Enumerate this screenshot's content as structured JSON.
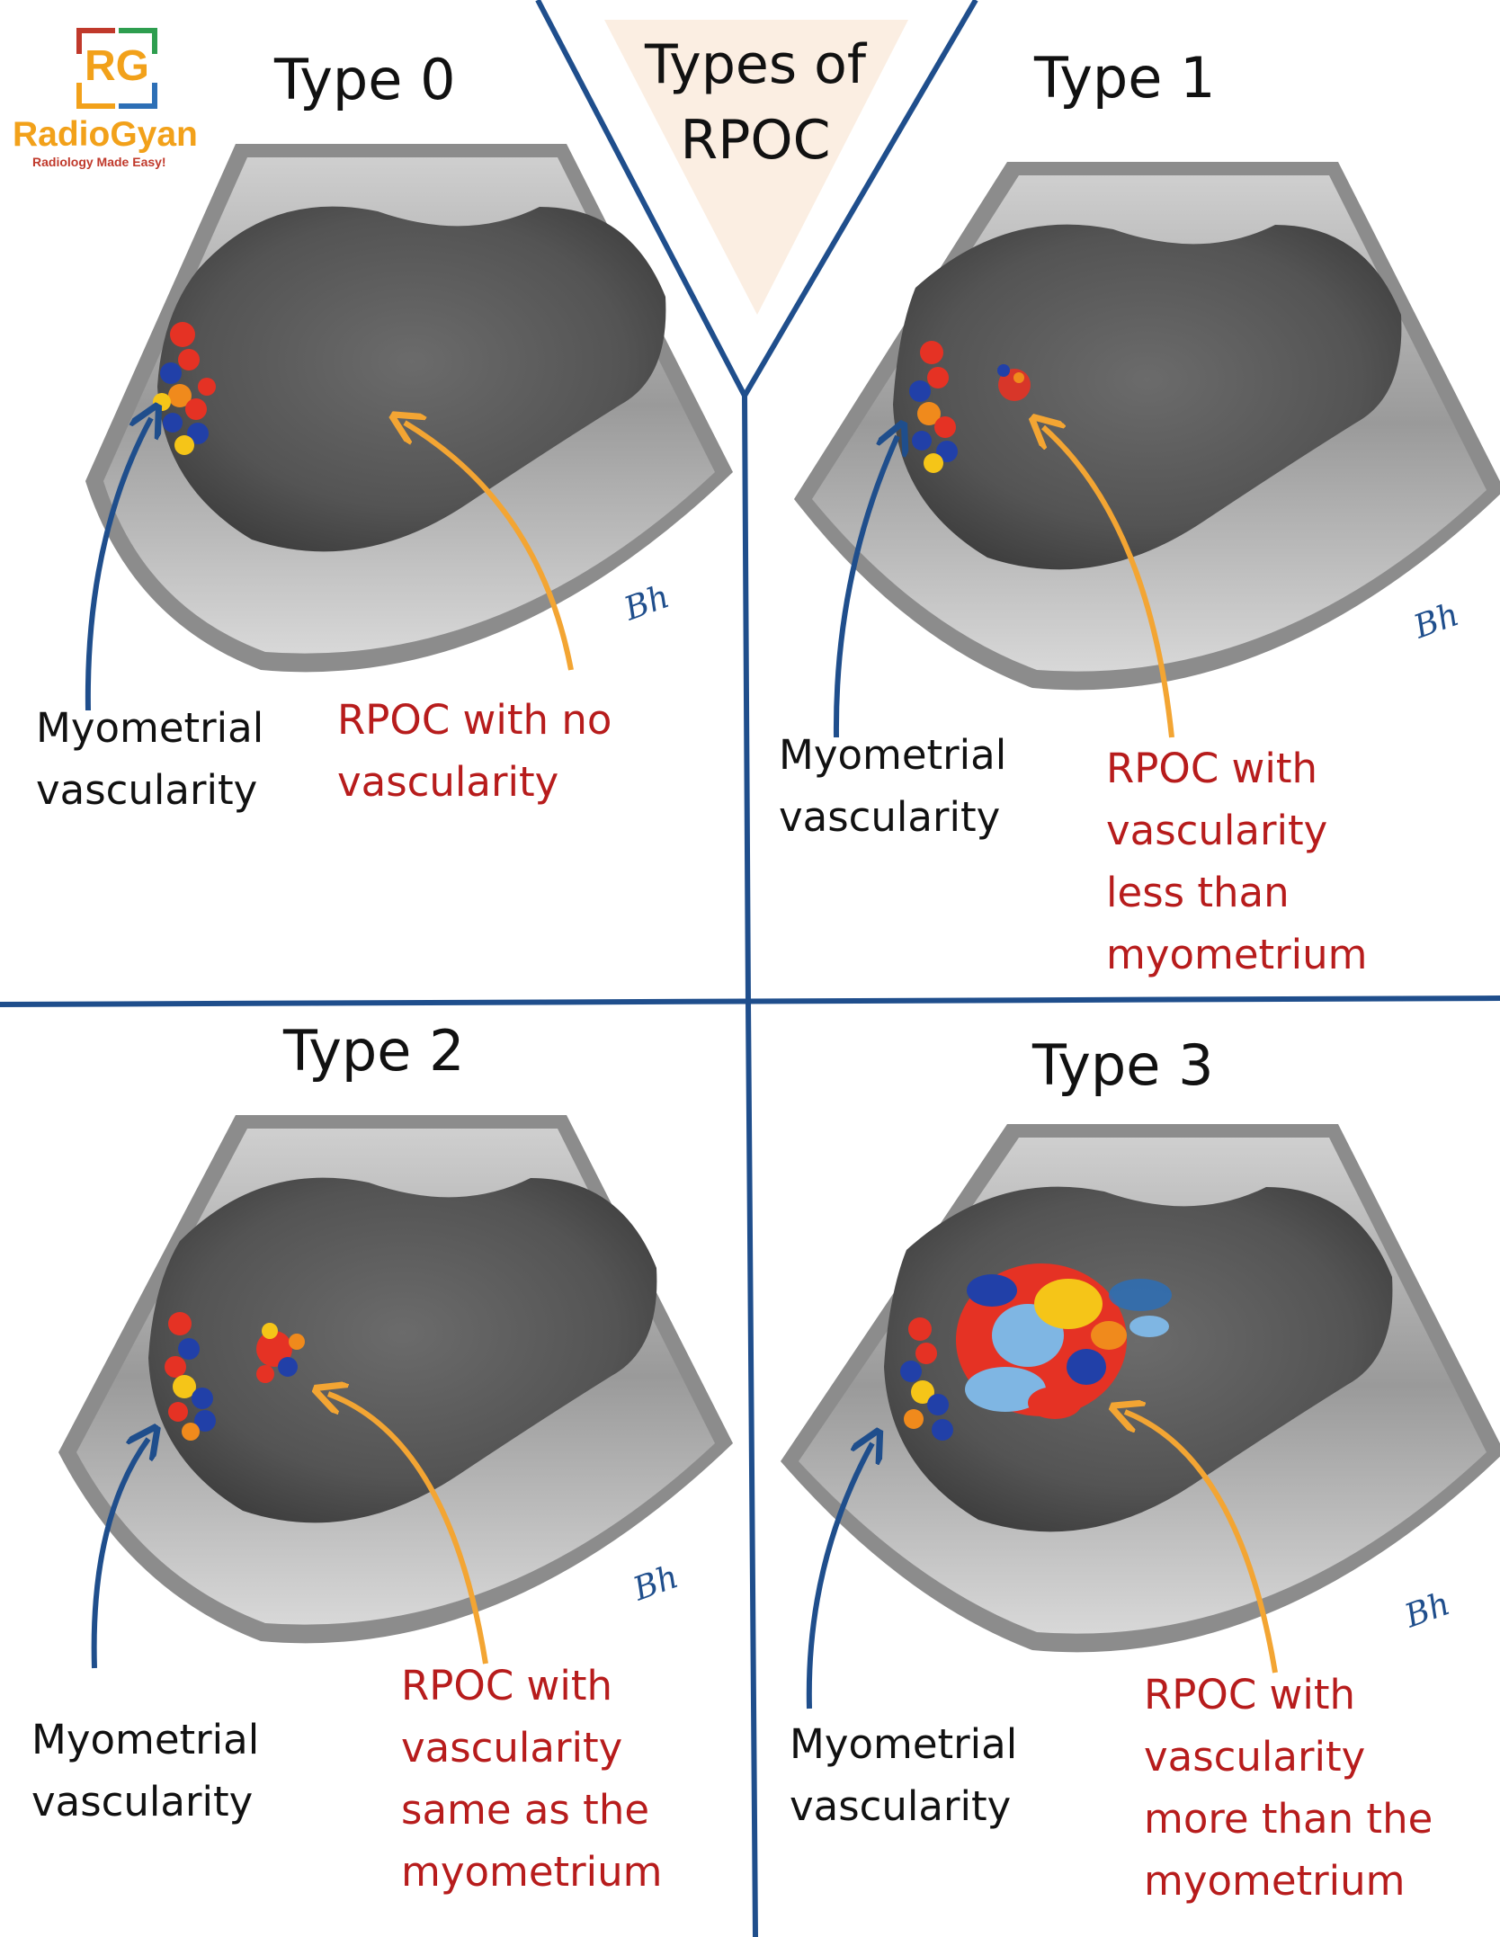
{
  "brand": {
    "name": "RadioGyan",
    "mark": "RG",
    "tagline": "Radiology Made Easy!",
    "colors": {
      "orange": "#f2a11a",
      "red": "#c0392b",
      "green": "#2e9e4f",
      "blue": "#2d6fb6"
    }
  },
  "center_title": {
    "line1": "Types of",
    "line2": "RPOC"
  },
  "panels": [
    {
      "title": "Type 0",
      "left_label": {
        "line1": "Myometrial",
        "line2": "vascularity"
      },
      "right_label": {
        "line1": "RPOC with no",
        "line2": "vascularity"
      }
    },
    {
      "title": "Type 1",
      "left_label": {
        "line1": "Myometrial",
        "line2": "vascularity"
      },
      "right_label": {
        "line1": "RPOC with",
        "line2": "vascularity",
        "line3": "less than",
        "line4": "myometrium"
      }
    },
    {
      "title": "Type 2",
      "left_label": {
        "line1": "Myometrial",
        "line2": "vascularity"
      },
      "right_label": {
        "line1": "RPOC with",
        "line2": "vascularity",
        "line3": "same as the",
        "line4": "myometrium"
      }
    },
    {
      "title": "Type 3",
      "left_label": {
        "line1": "Myometrial",
        "line2": "vascularity"
      },
      "right_label": {
        "line1": "RPOC with",
        "line2": "vascularity",
        "line3": "more than the",
        "line4": "myometrium"
      }
    }
  ],
  "colors": {
    "divider": "#1f4e8c",
    "triangle_fill": "#fbeee2",
    "blue_arrow": "#1f4e8c",
    "orange_arrow": "#f3a533",
    "doppler_red": "#e53224",
    "doppler_blue": "#2140a8",
    "doppler_yellow": "#f5c518",
    "doppler_orange": "#f08a1c",
    "doppler_light_blue": "#7fb6e3",
    "label_red": "#b71c1c",
    "us_dark": "#5d5d5d",
    "us_frame": "#8c8c8c"
  }
}
